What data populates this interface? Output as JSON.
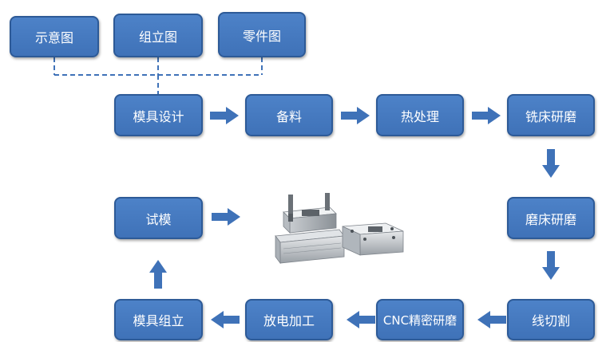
{
  "drawings": {
    "schematic": "示意图",
    "assembly": "组立图",
    "parts": "零件图"
  },
  "steps": {
    "mold_design": "模具设计",
    "material_prep": "备料",
    "heat_treatment": "热处理",
    "milling_grinding": "铣床研磨",
    "surface_grinding": "磨床研磨",
    "wire_cutting": "线切割",
    "cnc_grinding": "CNC精密研磨",
    "edm": "放电加工",
    "mold_assembly": "模具组立",
    "trial_mold": "试模"
  },
  "colors": {
    "box_fill": "#4677bf",
    "box_border": "#2d5a97",
    "arrow": "#3f72b8"
  },
  "photo": "mold-photo"
}
